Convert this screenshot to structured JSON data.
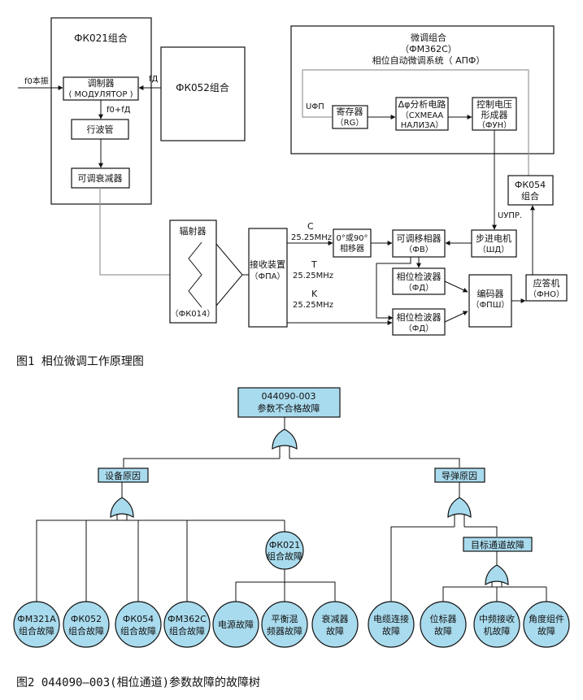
{
  "fig1": {
    "caption": "图1  相位微调工作原理图",
    "fk021_title": "ФК021组合",
    "f0_in": "f0本振",
    "modulator_1": "调制器",
    "modulator_2": "( МОДУЛЯТОР )",
    "f0fd": "f0+fД",
    "fd": "fД",
    "twt": "行波管",
    "attenuator": "可调衰减器",
    "fk052": "ФК052组合",
    "fine_title_1": "微调组合",
    "fine_title_2": "（ФМ362С）",
    "fine_title_3": "相位自动微调系统（ АПФ）",
    "uphi": "UΦП",
    "rg_1": "寄存器",
    "rg_2": "（RG）",
    "dphi_1": "Δφ分析电路",
    "dphi_2": "（СХМЕАА",
    "dphi_3": "НАЛИЗА）",
    "ctrl_1": "控制电压",
    "ctrl_2": "形成器",
    "ctrl_3": "（ФУН）",
    "fk054_1": "ФК054",
    "fk054_2": "组合",
    "uupr": "UУПР.",
    "radiator": "辐射器",
    "fk014": "（ФК014）",
    "receiver_1": "接收装置",
    "receiver_2": "（ФПА）",
    "c_label": "C",
    "c_freq": "25.25MHz",
    "t_label": "T",
    "t_freq": "25.25MHz",
    "k_label": "K",
    "k_freq": "25.25MHz",
    "ps90_1": "0°或90°",
    "ps90_2": "相移器",
    "adj_ps_1": "可调移相器",
    "adj_ps_2": "（ФВ）",
    "stepper_1": "步进电机",
    "stepper_2": "（ШД）",
    "det1_1": "相位检波器",
    "det1_2": "（ФД）",
    "det2_1": "相位检波器",
    "det2_2": "（ФД）",
    "encoder_1": "编码器",
    "encoder_2": "（ФПШ）",
    "transponder_1": "应答机",
    "transponder_2": "（ФНО）"
  },
  "fig2": {
    "caption": "图2  044090—003(相位通道)参数故障的故障树",
    "top_1": "044090-003",
    "top_2": "参数不合格故障",
    "equip": "设备原因",
    "missile": "导弹原因",
    "target_channel": "目标通道故障",
    "leaves": [
      {
        "l1": "ФМ321А",
        "l2": "组合故障"
      },
      {
        "l1": "ФК052",
        "l2": "组合故障"
      },
      {
        "l1": "ФК054",
        "l2": "组合故障"
      },
      {
        "l1": "ФМ362С",
        "l2": "组合故障"
      },
      {
        "l1": "电源故障",
        "l2": ""
      },
      {
        "l1": "平衡混",
        "l2": "频器故障"
      },
      {
        "l1": "衰减器",
        "l2": "故障"
      },
      {
        "l1": "电缆连接",
        "l2": "故障"
      },
      {
        "l1": "位标器",
        "l2": "故障"
      },
      {
        "l1": "中频接收",
        "l2": "机故障"
      },
      {
        "l1": "角度组件",
        "l2": "故障"
      }
    ],
    "fk021_node_1": "ФК021",
    "fk021_node_2": "组合故障"
  },
  "colors": {
    "node_fill": "#a9dbee",
    "line": "#111111",
    "feedback_line": "#9a9a9a"
  }
}
